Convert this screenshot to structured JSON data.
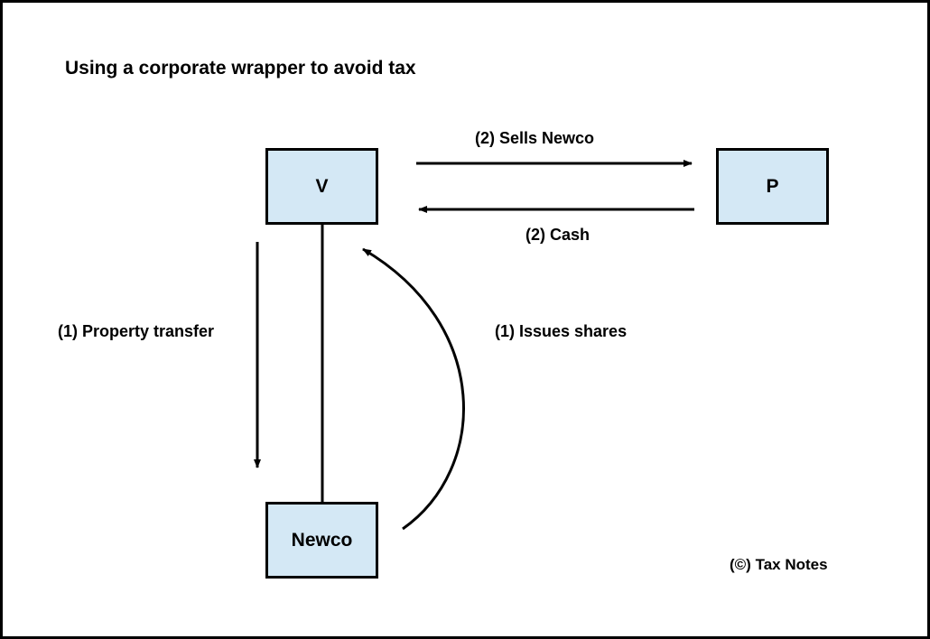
{
  "diagram": {
    "title": "Using a corporate wrapper to avoid tax",
    "nodes": {
      "v": "V",
      "p": "P",
      "newco": "Newco"
    },
    "edges": {
      "sells_newco": "(2) Sells Newco",
      "cash": "(2) Cash",
      "property_transfer": "(1) Property transfer",
      "issues_shares": "(1) Issues shares"
    },
    "credit": "(©) Tax Notes",
    "colors": {
      "box_fill": "#d4e8f5",
      "line": "#000000",
      "background": "#ffffff"
    }
  }
}
